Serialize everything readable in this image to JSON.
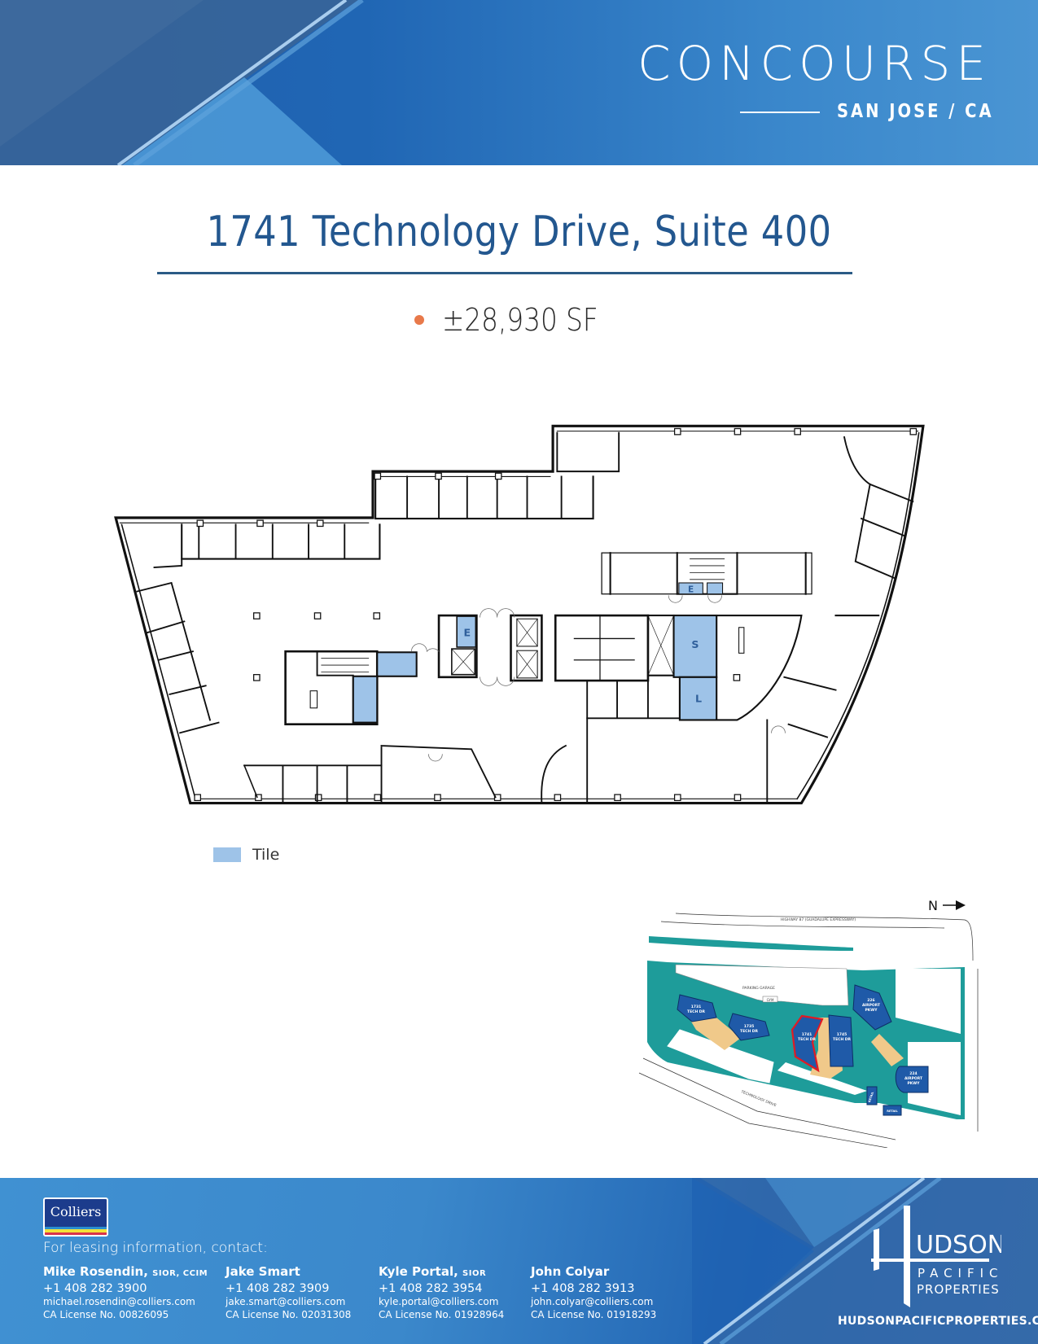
{
  "header": {
    "brand_title": "CONCOURSE",
    "brand_subtitle": "SAN JOSE / CA",
    "colors": {
      "gradient_start": "#1f5fae",
      "gradient_end": "#4a95d3",
      "overlay": "#345f93"
    }
  },
  "listing": {
    "title": "1741 Technology Drive, Suite 400",
    "title_color": "#23578f",
    "area": "±28,930 SF",
    "bullet_color": "#e8794a"
  },
  "floorplan": {
    "room_labels": [
      {
        "id": "elevator-lobby-tile-e1",
        "label": "E"
      },
      {
        "id": "elevator-lobby-tile-e2",
        "label": "E"
      },
      {
        "id": "tile-s",
        "label": "S"
      },
      {
        "id": "tile-l",
        "label": "L"
      }
    ],
    "tile_color": "#9ec3e8"
  },
  "legend": {
    "items": [
      {
        "label": "Tile",
        "color": "#9ec3e8"
      }
    ]
  },
  "site_map": {
    "north_label": "N",
    "highway_label": "HIGHWAY 87 (GUADALUPE EXPRESSWAY)",
    "parking_label": "PARKING GARAGE",
    "gym_label": "GYM",
    "street_label": "TECHNOLOGY DRIVE",
    "buildings": [
      {
        "line1": "1731",
        "line2": "TECH DR"
      },
      {
        "line1": "1735",
        "line2": "TECH DR"
      },
      {
        "line1": "1741",
        "line2": "TECH DR",
        "highlighted": true
      },
      {
        "line1": "1745",
        "line2": "TECH DR"
      },
      {
        "line1": "226",
        "line2": "AIRPORT",
        "line3": "PKWY"
      },
      {
        "line1": "224",
        "line2": "AIRPORT",
        "line3": "PKWY"
      },
      {
        "line1": "RETAIL"
      },
      {
        "line1": "RETAIL"
      }
    ],
    "colors": {
      "landscape": "#1e9c9a",
      "building": "#1f5aa8",
      "highlight": "#e01b24",
      "paving": "#f0c98a"
    }
  },
  "footer": {
    "broker_logo": "Colliers",
    "contact_lead": "For leasing information, contact:",
    "contacts": [
      {
        "name": "Mike Rosendin,",
        "credentials": "SIOR, CCIM",
        "phone": "+1 408 282 3900",
        "email": "michael.rosendin@colliers.com",
        "license": "CA License No. 00826095"
      },
      {
        "name": "Jake Smart",
        "credentials": "",
        "phone": "+1 408 282 3909",
        "email": "jake.smart@colliers.com",
        "license": "CA License No. 02031308"
      },
      {
        "name": "Kyle Portal,",
        "credentials": "SIOR",
        "phone": "+1 408 282 3954",
        "email": "kyle.portal@colliers.com",
        "license": "CA License No. 01928964"
      },
      {
        "name": "John Colyar",
        "credentials": "",
        "phone": "+1 408 282 3913",
        "email": "john.colyar@colliers.com",
        "license": "CA License No. 01918293"
      }
    ],
    "owner_logo": {
      "letter": "H",
      "line1": "UDSON",
      "line2": "PACIFIC",
      "line3": "PROPERTIES"
    },
    "owner_url": "HUDSONPACIFICPROPERTIES.COM"
  }
}
